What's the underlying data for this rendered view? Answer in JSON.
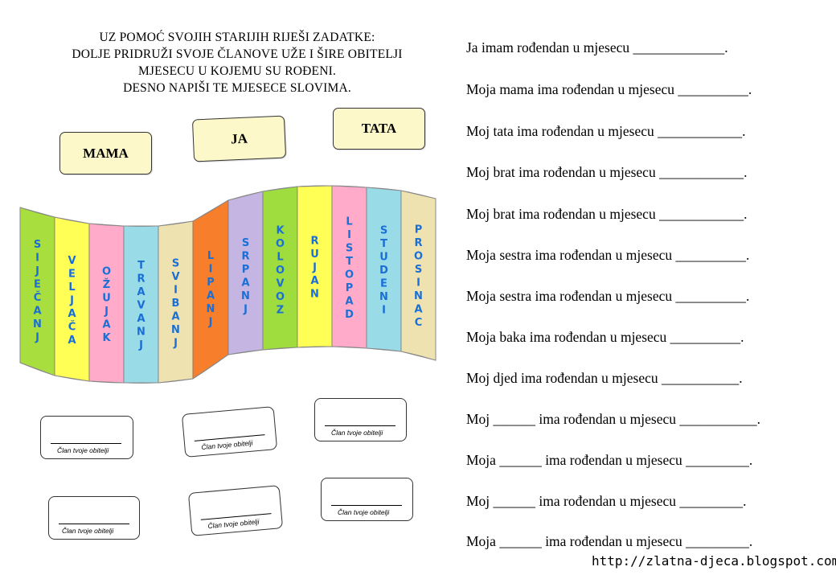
{
  "instructions": [
    "UZ POMOĆ SVOJIH STARIJIH RIJEŠI ZADATKE:",
    "DOLJE PRIDRUŽI SVOJE ČLANOVE UŽE I ŠIRE OBITELJI",
    "MJESECU U KOJEMU SU ROĐENI.",
    "DESNO NAPIŠI TE MJESECE SLOVIMA."
  ],
  "name_cards": {
    "mama": "MAMA",
    "ja": "JA",
    "tata": "TATA"
  },
  "months": [
    {
      "name": "SIJEČANJ",
      "color": "#a8df3f"
    },
    {
      "name": "VELJAČA",
      "color": "#ffff55"
    },
    {
      "name": "OŽUJAK",
      "color": "#ffabc9"
    },
    {
      "name": "TRAVANJ",
      "color": "#9adbe8"
    },
    {
      "name": "SVIBANJ",
      "color": "#efe2b1"
    },
    {
      "name": "LIPANJ",
      "color": "#f77f2b"
    },
    {
      "name": "SRPANJ",
      "color": "#c4b5e2"
    },
    {
      "name": "KOLOVOZ",
      "color": "#9edd3d"
    },
    {
      "name": "RUJAN",
      "color": "#ffff55"
    },
    {
      "name": "LISTOPAD",
      "color": "#ffabc9"
    },
    {
      "name": "STUDENI",
      "color": "#9adbe8"
    },
    {
      "name": "PROSINAC",
      "color": "#efe2b1"
    }
  ],
  "member_label": "Član tvoje obitelji",
  "sentences": [
    "Ja imam rođendan u mjesecu _____________.",
    "Moja mama ima rođendan u mjesecu __________.",
    "Moj tata  ima rođendan u mjesecu ____________.",
    "Moj brat  ima rođendan u mjesecu ____________.",
    "Moj brat  ima rođendan u mjesecu ____________.",
    "Moja sestra  ima rođendan u mjesecu __________.",
    "Moja sestra  ima rođendan u mjesecu __________.",
    "Moja baka  ima rođendan u mjesecu __________.",
    "Moj djed  ima rođendan u mjesecu ___________.",
    "Moj ______ ima rođendan u mjesecu ___________.",
    "Moja ______ ima rođendan u mjesecu _________.",
    "Moj ______ ima rođendan u mjesecu _________.",
    "Moja ______ ima rođendan u mjesecu _________."
  ],
  "footer_url": "http://zlatna-djeca.blogspot.com/"
}
